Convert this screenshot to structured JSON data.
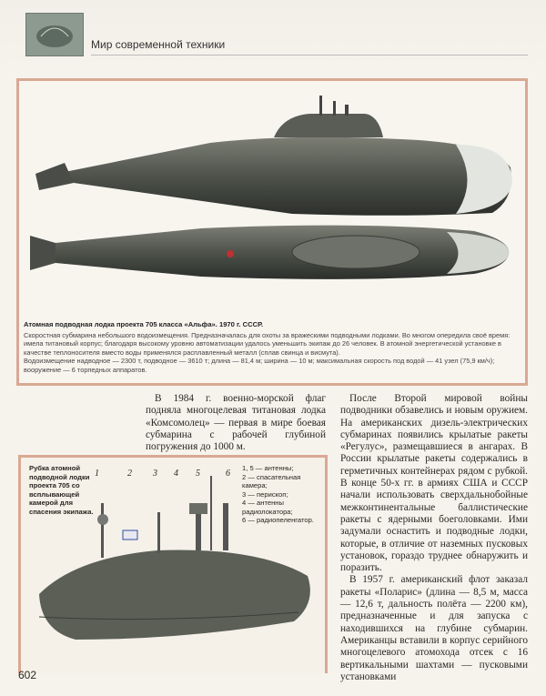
{
  "header": {
    "title": "Мир современной техники",
    "logo_icon": "submarine-thumbnail-icon"
  },
  "figure1": {
    "caption_title": "Атомная подводная лодка проекта 705 класса «Альфа». 1970 г. СССР.",
    "caption_body": "Скоростная субмарина небольшого водоизмещения. Предназначалась для охоты за вражескими подводными лодками. Во многом опередила своё время: имела титановый корпус; благодаря высокому уровню автоматизации удалось уменьшить экипаж до 26 человек. В атомной энергетической установке в качестве теплоносителя вместо воды применялся расплавленный металл (сплав свинца и висмута).",
    "caption_specs": "Водоизмещение надводное — 2300 т, подводное — 3610 т; длина — 81,4 м; ширина — 10 м; максимальная скорость под водой — 41 узел (75,9 км/ч); вооружение — 6 торпедных аппаратов."
  },
  "column1": {
    "text": "В 1984 г. военно-морской флаг подняла многоцелевая титановая лодка «Комсомолец» — первая в мире боевая субмарина с рабочей глубиной погружения до 1000 м."
  },
  "column2": {
    "paragraphs": [
      "После Второй мировой войны подводники обзавелись и новым оружием. На американских дизель-электрических субмаринах появились крылатые ракеты «Регулус», размещавшиеся в ангарах. В России крылатые ракеты содержались в герметичных контейнерах рядом с рубкой. В конце 50-х гг. в армиях США и СССР начали использовать сверхдальнобойные межконтинентальные баллистические ракеты с ядерными боеголовками. Ими задумали оснастить и подводные лодки, которые, в отличие от наземных пусковых установок, гораздо труднее обнаружить и поразить.",
      "В 1957 г. американский флот заказал ракеты «Поларис» (длина — 8,5 м, масса — 12,6 т, дальность полёта — 2200 км), предназначенные и для запуска с находившихся на глубине субмарин. Американцы вставили в корпус серийного многоцелевого атомохода отсек с 16 вертикальными шахтами — пусковыми установками"
    ]
  },
  "figure2": {
    "title": "Рубка атомной подводной лодки проекта 705 со всплывающей камерой для спасения экипажа.",
    "callouts": [
      "1",
      "2",
      "3",
      "4",
      "5",
      "6"
    ],
    "legend": [
      "1, 5 — антенны;",
      "2 — спасательная камера;",
      "3 — перископ;",
      "4 — антенны радиолокатора;",
      "6 — радиопеленгатор."
    ]
  },
  "page_number": "602"
}
